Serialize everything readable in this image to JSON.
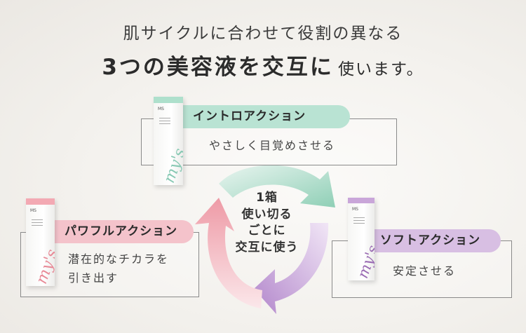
{
  "heading": {
    "line1": "肌サイクルに合わせて役割の異なる",
    "line2_main": "3つの美容液を交互に",
    "line2_suffix": "使います。"
  },
  "center": {
    "lines": [
      "1箱",
      "使い切る",
      "ごとに",
      "交互に使う"
    ]
  },
  "steps": [
    {
      "label": "イントロアクション",
      "desc": [
        "やさしく目覚めさせる"
      ],
      "color": "#b9e3d3"
    },
    {
      "label": "ソフトアクション",
      "desc": [
        "安定させる"
      ],
      "color": "#d8bfe3"
    },
    {
      "label": "パワフルアクション",
      "desc": [
        "潜在的なチカラを",
        "引き出す"
      ],
      "color": "#f4c3cb"
    }
  ],
  "products": [
    {
      "brand": "my's",
      "tag": "MS",
      "cap_color": "#aee0cc",
      "logo_color": "#88c9b4"
    },
    {
      "brand": "my's",
      "tag": "MS",
      "cap_color": "#c9a6d9",
      "logo_color": "#9a6bb3"
    },
    {
      "brand": "my's",
      "tag": "MS",
      "cap_color": "#f3a9b3",
      "logo_color": "#e88a97"
    }
  ],
  "arrow_colors": {
    "green": "#9fd6c0",
    "purple": "#bb93d0",
    "pink": "#f0a4ae"
  }
}
